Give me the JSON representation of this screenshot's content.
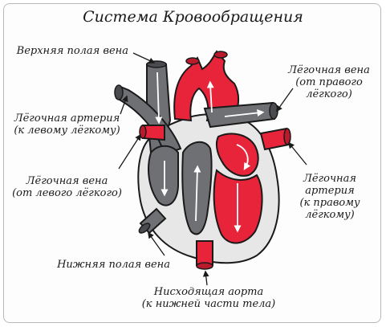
{
  "title": "Система Кровообращения",
  "labels": {
    "superior_vena_cava": "Верхняя полая вена",
    "pulmonary_artery_left": "Лёгочная артерия\n(к левому лёгкому)",
    "pulmonary_vein_left": "Лёгочная вена\n(от левого лёгкого)",
    "inferior_vena_cava": "Нижняя полая вена",
    "pulmonary_vein_right": "Лёгочная вена\n(от правого\nлёгкого)",
    "pulmonary_artery_right": "Лёгочная\nартерия\n(к правому\nлёгкому)",
    "descending_aorta": "Нисходящая аорта\n(к нижней части тела)"
  },
  "colors": {
    "oxygenated": "#e8243a",
    "deoxygenated": "#6f7074",
    "outline": "#1a1a1a",
    "tissue": "#e7e7e7"
  }
}
